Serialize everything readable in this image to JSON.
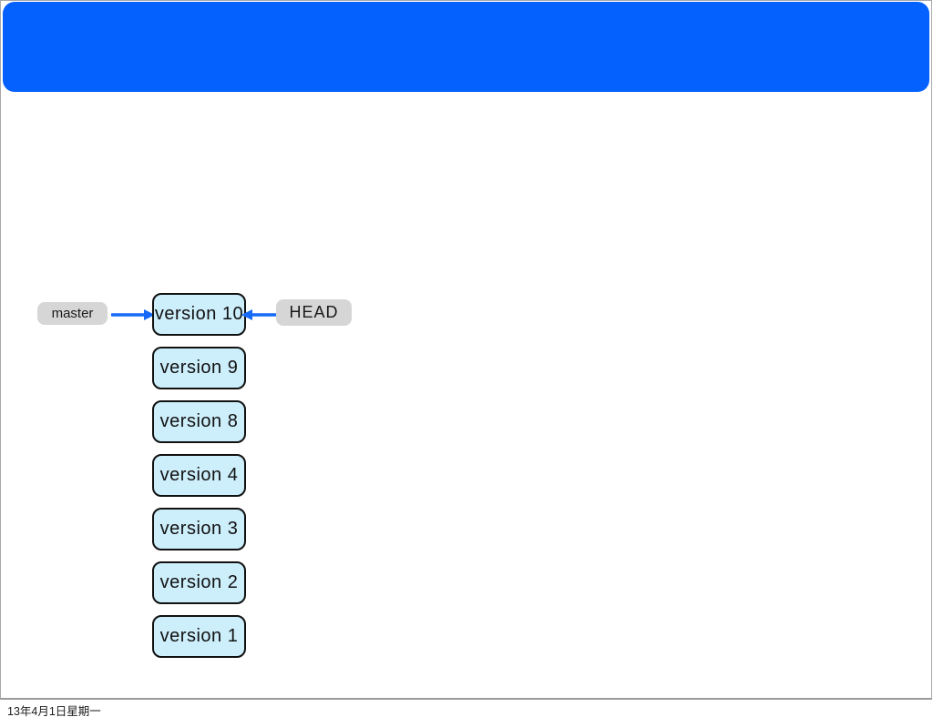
{
  "slide": {
    "header": {
      "bg_color": "#0561fd"
    },
    "diagram": {
      "versions": [
        "version 10",
        "version 9",
        "version 8",
        "version 4",
        "version 3",
        "version 2",
        "version 1"
      ],
      "refs": {
        "master": "master",
        "head": "HEAD"
      },
      "colors": {
        "node_fill": "#cdeefb",
        "node_border": "#111111",
        "ref_label_bg": "#d6d6d6",
        "arrow": "#156af7"
      }
    },
    "footer": {
      "date": "13年4月1日星期一"
    }
  }
}
